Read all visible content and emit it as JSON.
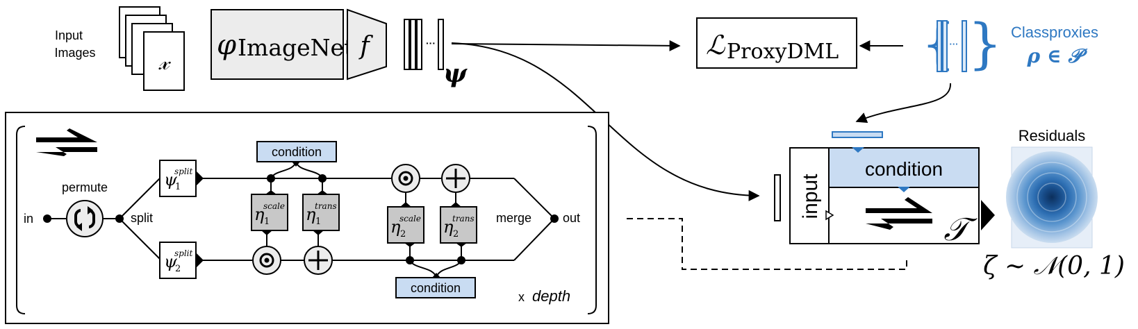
{
  "colors": {
    "stroke": "#000000",
    "gray_fill": "#ececec",
    "eta_fill": "#c8c8c8",
    "condition_fill": "#c9dcf2",
    "proxy_blue": "#2e78c2",
    "proxy_fill": "#dceaf8",
    "residual_outer": "#dfe9f5",
    "residual_inner": "#0f3a6e"
  },
  "top": {
    "input_label_line1": "Input",
    "input_label_line2": "Images",
    "x_symbol": "𝓍",
    "phi_symbol": "φ",
    "imagenet_text": "ImageNet",
    "f_symbol": "f",
    "psi_symbol": "ψ",
    "dots": "···",
    "loss_symbol": "ℒ",
    "loss_sub": "ProxyDML",
    "proxies_label": "Classproxies",
    "proxies_formula": "ρ ∈ 𝒫"
  },
  "flow": {
    "in_label": "in",
    "permute_label": "permute",
    "split_label": "split",
    "psi1_base": "ψ",
    "psi1_sub": "1",
    "psi1_sup": "split",
    "psi2_base": "ψ",
    "psi2_sub": "2",
    "psi2_sup": "split",
    "condition_top": "condition",
    "condition_bottom": "condition",
    "eta1_scale_base": "η",
    "eta1_scale_sub": "1",
    "eta1_scale_sup": "scale",
    "eta1_trans_base": "η",
    "eta1_trans_sub": "1",
    "eta1_trans_sup": "trans",
    "eta2_scale_base": "η",
    "eta2_scale_sub": "2",
    "eta2_scale_sup": "scale",
    "eta2_trans_base": "η",
    "eta2_trans_sub": "2",
    "eta2_trans_sup": "trans",
    "merge_label": "merge",
    "out_label": "out",
    "depth_prefix": "x",
    "depth_word": "depth"
  },
  "right": {
    "input_label": "input",
    "condition_label": "condition",
    "tau_symbol": "𝒯",
    "residuals_label": "Residuals",
    "zeta_formula": "ζ ∼ 𝒩(0, 1)"
  },
  "icons": {
    "double_harpoon": "double-harpoon-icon",
    "permute": "cycle-icon",
    "hadamard": "circle-dot-icon",
    "plus": "circle-plus-icon"
  }
}
